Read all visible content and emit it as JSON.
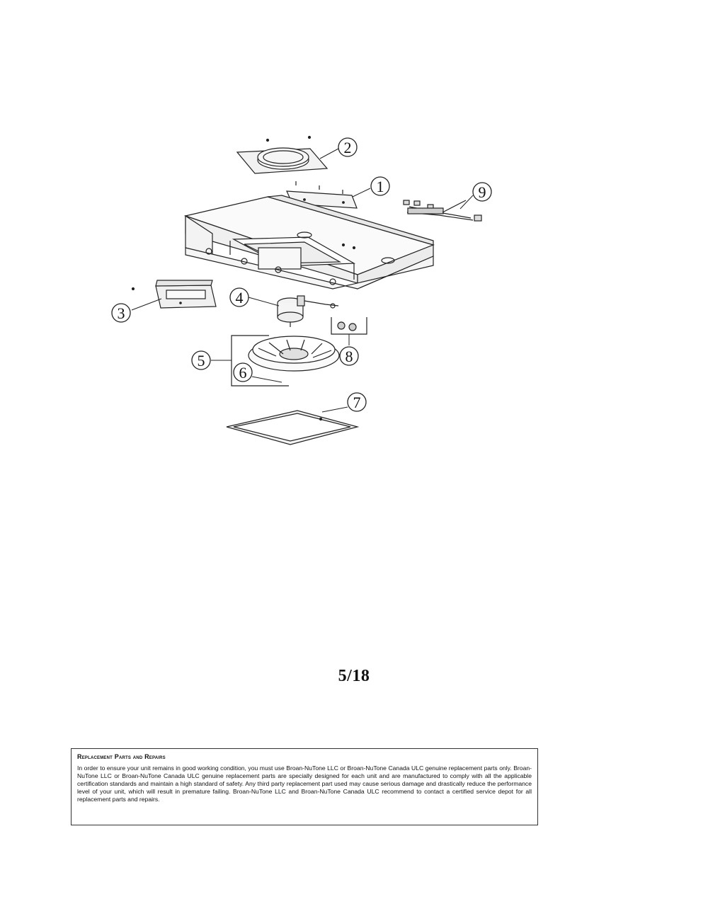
{
  "diagram": {
    "callouts": {
      "c1": "1",
      "c2": "2",
      "c3": "3",
      "c4": "4",
      "c5": "5",
      "c6": "6",
      "c7": "7",
      "c8": "8",
      "c9": "9"
    }
  },
  "page_number": "5/18",
  "notice": {
    "title": "Replacement Parts and Repairs",
    "body": "In order to ensure your unit remains in good working condition, you must use Broan-NuTone LLC or Broan-NuTone Canada ULC genuine replacement parts only. Broan-NuTone LLC or Broan-NuTone Canada ULC genuine replacement parts are specially designed for each unit and are manufactured to comply with all the applicable certification standards and maintain a high standard of safety. Any third party replacement part used may cause serious damage and drastically reduce the performance level of your unit, which will result in premature failing. Broan-NuTone LLC and Broan-NuTone Canada ULC recommend to contact a certified service depot for all replacement parts and repairs."
  }
}
